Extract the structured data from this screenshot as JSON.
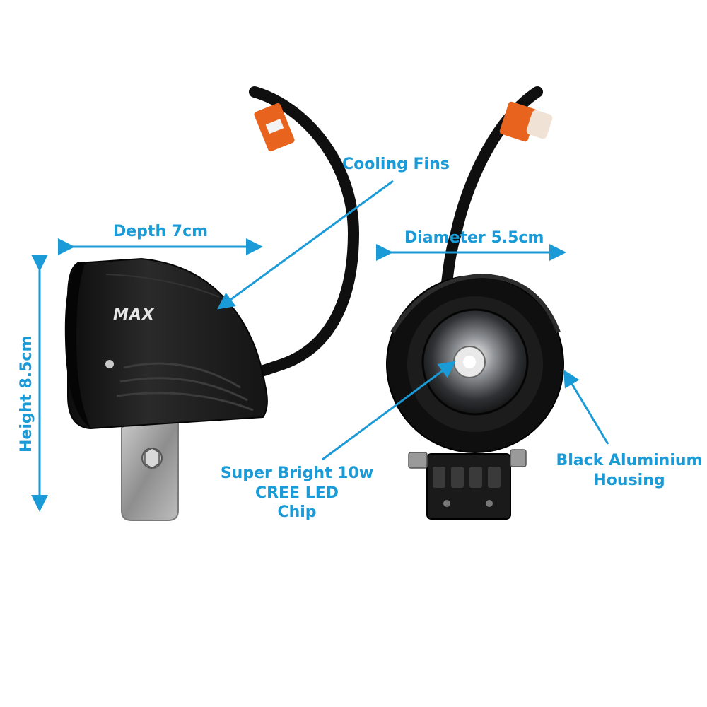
{
  "labels": {
    "cooling_fins": "Cooling Fins",
    "depth": "Depth 7cm",
    "diameter": "Diameter 5.5cm",
    "height": "Height 8.5cm",
    "led_line1": "Super Bright 10w",
    "led_line2": "CREE LED",
    "led_line3": "Chip",
    "housing_line1": "Black Aluminium",
    "housing_line2": "Housing"
  },
  "logo_text": "MAX",
  "colors": {
    "annotation": "#1a9ad6",
    "housing": "#1c1c1c",
    "tag": "#e8641e",
    "bracket": "#9a9a9a",
    "background": "#ffffff"
  }
}
